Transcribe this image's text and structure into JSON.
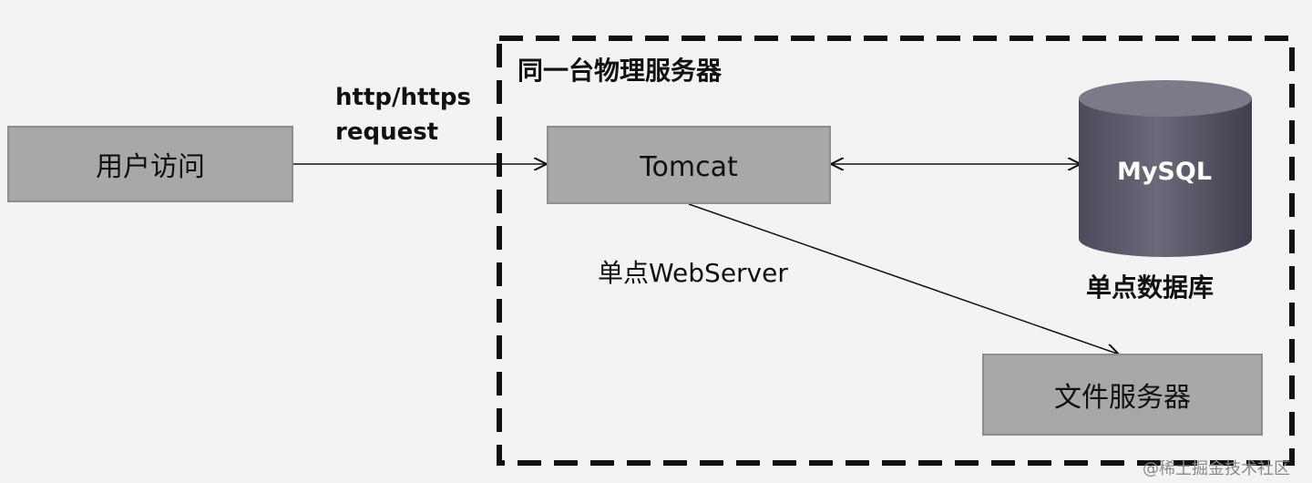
{
  "diagram": {
    "user_box": "用户访问",
    "request_label_line1": "http/https",
    "request_label_line2": "request",
    "server_group_label": "同一台物理服务器",
    "tomcat_box": "Tomcat",
    "webserver_label": "单点WebServer",
    "mysql_label": "MySQL",
    "database_label": "单点数据库",
    "file_server_box": "文件服务器"
  },
  "watermark": "@稀土掘金技术社区",
  "colors": {
    "box_fill": "#a8a8a8",
    "cylinder_fill": "#5e5e6e",
    "background": "#f3f3f3",
    "dashed_border": "#111111"
  }
}
